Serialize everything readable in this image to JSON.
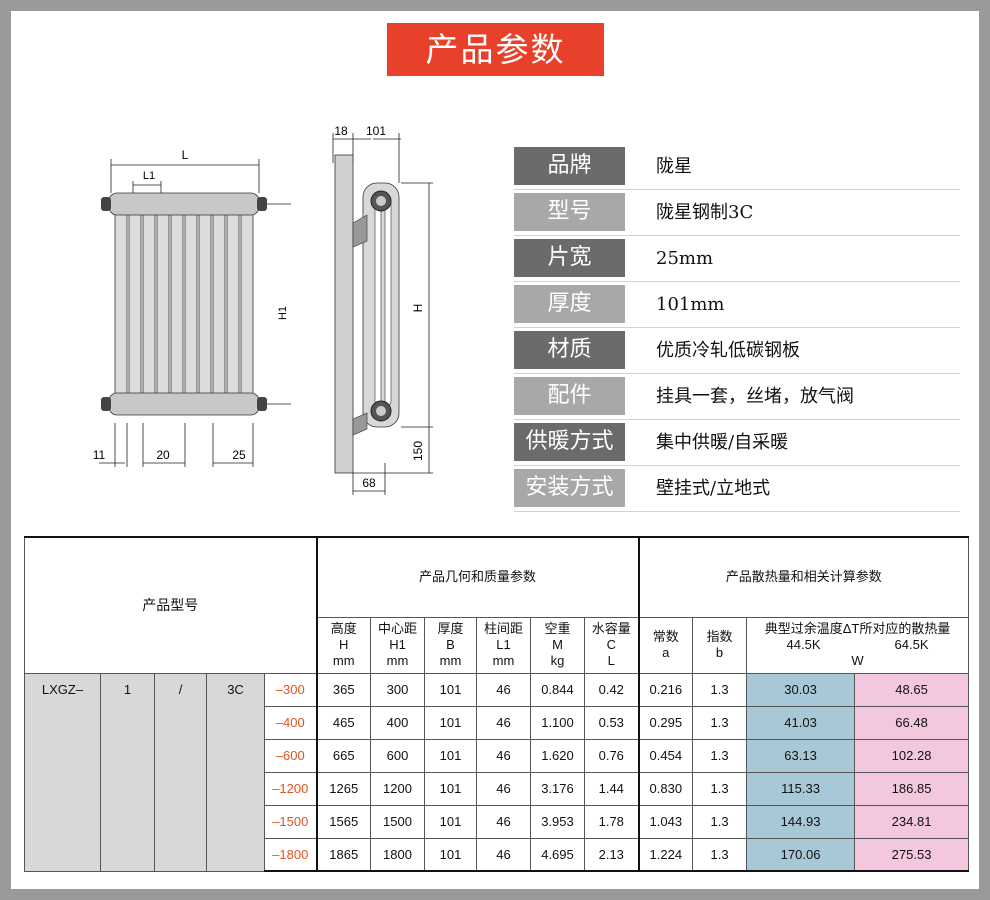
{
  "title": "产品参数",
  "drawings": {
    "front": {
      "L": "L",
      "L1": "L1",
      "H1": "H1",
      "dim_11": "11",
      "dim_20": "20",
      "dim_25": "25"
    },
    "side": {
      "dim_18": "18",
      "dim_101": "101",
      "H": "H",
      "dim_150": "150",
      "dim_68": "68"
    }
  },
  "spec": [
    {
      "label": "品牌",
      "value": "陇星"
    },
    {
      "label": "型号",
      "value": "陇星钢制3C"
    },
    {
      "label": "片宽",
      "value": "25mm"
    },
    {
      "label": "厚度",
      "value": "101mm"
    },
    {
      "label": "材质",
      "value": "优质冷轧低碳钢板"
    },
    {
      "label": "配件",
      "value": "挂具一套，丝堵，放气阀"
    },
    {
      "label": "供暖方式",
      "value": "集中供暖/自采暖"
    },
    {
      "label": "安装方式",
      "value": "壁挂式/立地式"
    }
  ],
  "table": {
    "model_header": "产品型号",
    "geom_header": "产品几何和质量参数",
    "heat_header": "产品散热量和相关计算参数",
    "columns": [
      {
        "name": "高度",
        "sym": "H",
        "unit": "mm"
      },
      {
        "name": "中心距",
        "sym": "H1",
        "unit": "mm"
      },
      {
        "name": "厚度",
        "sym": "B",
        "unit": "mm"
      },
      {
        "name": "柱间距",
        "sym": "L1",
        "unit": "mm"
      },
      {
        "name": "空重",
        "sym": "M",
        "unit": "kg"
      },
      {
        "name": "水容量",
        "sym": "C",
        "unit": "L"
      },
      {
        "name": "常数",
        "sym": "a",
        "unit": ""
      },
      {
        "name": "指数",
        "sym": "b",
        "unit": ""
      }
    ],
    "heat_col_title": "典型过余温度ΔT所对应的散热量",
    "heat_temp_a": "44.5K",
    "heat_temp_b": "64.5K",
    "heat_unit": "W",
    "model_parts": [
      "LXGZ–",
      "1",
      "/",
      "3C"
    ],
    "rows": [
      {
        "suffix": "–300",
        "values": [
          "365",
          "300",
          "101",
          "46",
          "0.844",
          "0.42",
          "0.216",
          "1.3"
        ],
        "heat_a": "30.03",
        "heat_b": "48.65"
      },
      {
        "suffix": "–400",
        "values": [
          "465",
          "400",
          "101",
          "46",
          "1.100",
          "0.53",
          "0.295",
          "1.3"
        ],
        "heat_a": "41.03",
        "heat_b": "66.48"
      },
      {
        "suffix": "–600",
        "values": [
          "665",
          "600",
          "101",
          "46",
          "1.620",
          "0.76",
          "0.454",
          "1.3"
        ],
        "heat_a": "63.13",
        "heat_b": "102.28"
      },
      {
        "suffix": "–1200",
        "values": [
          "1265",
          "1200",
          "101",
          "46",
          "3.176",
          "1.44",
          "0.830",
          "1.3"
        ],
        "heat_a": "115.33",
        "heat_b": "186.85"
      },
      {
        "suffix": "–1500",
        "values": [
          "1565",
          "1500",
          "101",
          "46",
          "3.953",
          "1.78",
          "1.043",
          "1.3"
        ],
        "heat_a": "144.93",
        "heat_b": "234.81"
      },
      {
        "suffix": "–1800",
        "values": [
          "1865",
          "1800",
          "101",
          "46",
          "4.695",
          "2.13",
          "1.224",
          "1.3"
        ],
        "heat_a": "170.06",
        "heat_b": "275.53"
      }
    ]
  },
  "colors": {
    "title_bg": "#e8402a",
    "label_dark": "#6b6b6b",
    "label_light": "#a8a8a8",
    "heat_a": "#a7c8d6",
    "heat_b": "#f3c7dd",
    "suffix": "#e0541d"
  }
}
